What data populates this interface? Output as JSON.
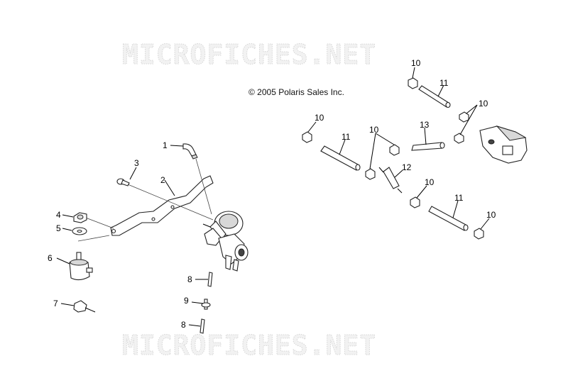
{
  "watermark": "MICROFICHES.NET",
  "copyright": "© 2005 Polaris Sales Inc.",
  "callouts": {
    "c1": "1",
    "c2": "2",
    "c3": "3",
    "c4": "4",
    "c5": "5",
    "c6": "6",
    "c7": "7",
    "c8a": "8",
    "c9": "9",
    "c8b": "8",
    "c10a": "10",
    "c11a": "11",
    "c10b": "10",
    "c10c": "10",
    "c11b": "11",
    "c10d": "10",
    "c13": "13",
    "c12": "12",
    "c10e": "10",
    "c11c": "11",
    "c10f": "10"
  }
}
